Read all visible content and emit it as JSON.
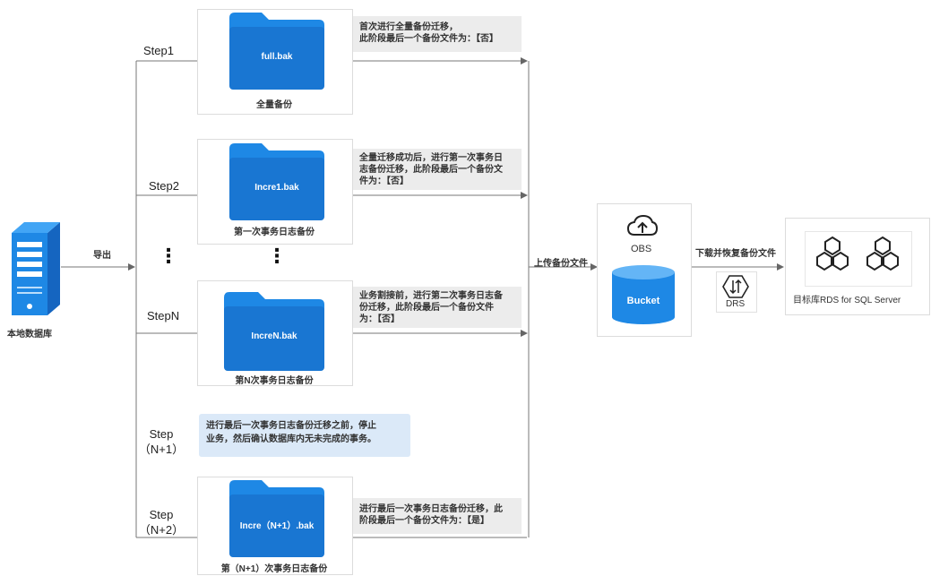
{
  "source": {
    "label": "本地数据库",
    "export_label": "导出"
  },
  "steps": [
    {
      "label": "Step1",
      "file": "full.bak",
      "caption": "全量备份",
      "note": [
        "首次进行全量备份迁移，",
        "此阶段最后一个备份文件为：【否】"
      ]
    },
    {
      "label": "Step2",
      "file": "Incre1.bak",
      "caption": "第一次事务日志备份",
      "note": [
        "全量迁移成功后，进行第一次事务日",
        "志备份迁移，此阶段最后一个备份文",
        "件为：【否】"
      ]
    },
    {
      "label": "StepN",
      "file": "IncreN.bak",
      "caption": "第N次事务日志备份",
      "note": [
        "业务割接前，进行第二次事务日志备",
        "份迁移，此阶段最后一个备份文件",
        "为：【否】"
      ]
    },
    {
      "label_lines": [
        "Step",
        "（N+1）"
      ],
      "note": [
        "进行最后一次事务日志备份迁移之前，停止",
        "业务，然后确认数据库内无未完成的事务。"
      ]
    },
    {
      "label_lines": [
        "Step",
        "（N+2）"
      ],
      "file": "Incre（N+1）.bak",
      "caption": "第（N+1）次事务日志备份",
      "note": [
        "进行最后一次事务日志备份迁移，此",
        "阶段最后一个备份文件为：【是】"
      ]
    }
  ],
  "ellipsis": "⋮",
  "upload_label": "上传备份文件",
  "obs": {
    "label": "OBS",
    "bucket_label": "Bucket"
  },
  "download_label": "下载并恢复备份文件",
  "drs_label": "DRS",
  "target": {
    "label": "目标库RDS for SQL Server"
  },
  "colors": {
    "blue": "#1e88e5",
    "blue_dark": "#1565c0",
    "line": "#666666",
    "note_bg": "#ececec",
    "note_blue_bg": "#dbe9f8"
  },
  "icons": {
    "server": "server-icon",
    "folder": "folder-icon",
    "cloud": "cloud-upload-icon",
    "bucket": "bucket-icon",
    "drs": "drs-sync-icon",
    "rds": "rds-hexagon-icon"
  }
}
